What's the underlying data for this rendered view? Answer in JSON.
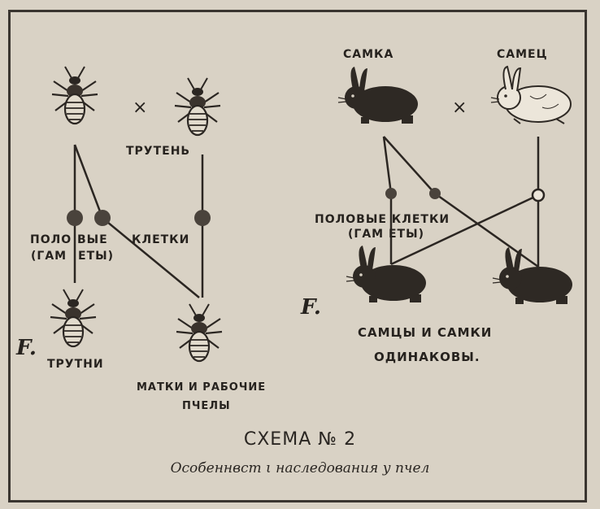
{
  "bees": {
    "drone_label": "ТРУТЕНЬ",
    "gametes_left_1": "ПОЛО",
    "gametes_left_2": "ВЫЕ",
    "gametes_paren": "(ГАМ",
    "gametes_paren_2": "ЕТЫ)",
    "cells_label": "КЛЕТКИ",
    "f1_label": "F.",
    "drones_label": "ТРУТНИ",
    "queens_workers_1": "МАТКИ И РАБОЧИЕ",
    "queens_workers_2": "ПЧЕЛЫ",
    "cross": "×"
  },
  "rabbits": {
    "female_label": "САМКА",
    "male_label": "САМЕЦ",
    "gametes_label": "ПОЛОВЫЕ  КЛЕТКИ",
    "gametes_paren": "(ГАМ ЕТЫ)",
    "f1_label": "F.",
    "offspring_line1": "САМЦЫ И САМКИ",
    "offspring_line2": "ОДИНАКОВЫ.",
    "cross": "×"
  },
  "caption": {
    "title": "СХЕМА № 2",
    "subtitle": "Особеннвст ι  наследования у пчел"
  }
}
